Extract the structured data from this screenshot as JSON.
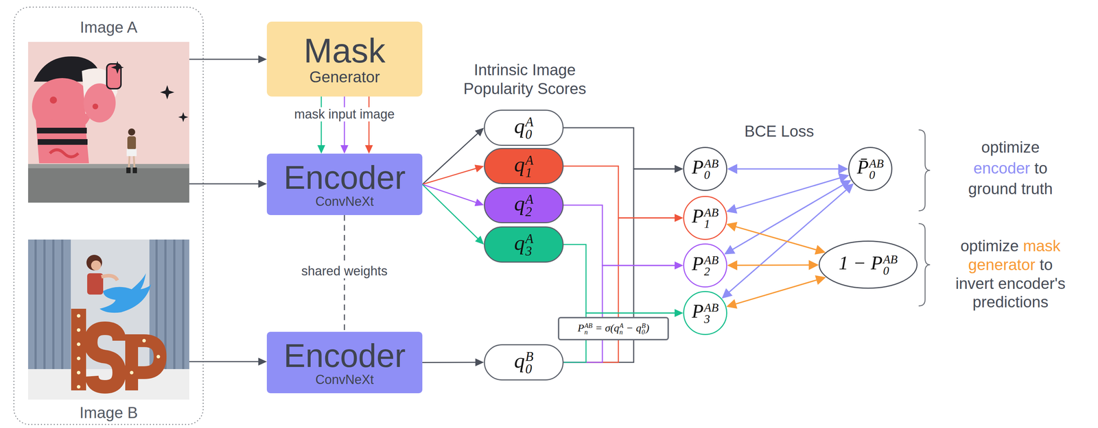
{
  "diagram": {
    "nodes": [
      {
        "text": [
          "Image A"
        ]
      },
      {
        "text": [
          "Image B"
        ]
      },
      {
        "text": [
          "Mask",
          "Generator"
        ]
      },
      {
        "text": [
          "Encoder",
          "ConvNeXt"
        ]
      },
      {
        "text": [
          "Encoder",
          "ConvNeXt"
        ]
      },
      {
        "text": [
          "q0A"
        ]
      },
      {
        "text": [
          "q1A"
        ]
      },
      {
        "text": [
          "q2A"
        ]
      },
      {
        "text": [
          "q3A"
        ]
      },
      {
        "text": [
          "q0B"
        ]
      },
      {
        "text": [
          "PnAB = σ(qnA − q0B)"
        ]
      },
      {
        "text": [
          "P0AB"
        ]
      },
      {
        "text": [
          "P1AB"
        ]
      },
      {
        "text": [
          "P2AB"
        ]
      },
      {
        "text": [
          "P3AB"
        ]
      },
      {
        "text": [
          "P̄0AB"
        ]
      },
      {
        "text": [
          "1 − P0AB"
        ]
      }
    ],
    "edges": [
      {
        "from": 0,
        "to": 2,
        "arrow": "to"
      },
      {
        "from": 0,
        "to": 3,
        "arrow": "to"
      },
      {
        "from": 1,
        "to": 4,
        "arrow": "to"
      },
      {
        "from": 2,
        "to": 3,
        "arrow": "to"
      },
      {
        "from": 2,
        "to": 3,
        "arrow": "to",
        "label": "mask input image"
      },
      {
        "from": 2,
        "to": 3,
        "arrow": "to"
      },
      {
        "from": 3,
        "to": 4,
        "arrow": "none",
        "label": "shared weights"
      },
      {
        "from": 3,
        "to": 5,
        "arrow": "to"
      },
      {
        "from": 3,
        "to": 6,
        "arrow": "to"
      },
      {
        "from": 3,
        "to": 7,
        "arrow": "to"
      },
      {
        "from": 3,
        "to": 8,
        "arrow": "to"
      },
      {
        "from": 4,
        "to": 9,
        "arrow": "to"
      },
      {
        "from": 5,
        "to": 11,
        "arrow": "to"
      },
      {
        "from": 9,
        "to": 11,
        "arrow": "to"
      },
      {
        "from": 6,
        "to": 12,
        "arrow": "to"
      },
      {
        "from": 9,
        "to": 12,
        "arrow": "to"
      },
      {
        "from": 7,
        "to": 13,
        "arrow": "to"
      },
      {
        "from": 9,
        "to": 13,
        "arrow": "to"
      },
      {
        "from": 8,
        "to": 14,
        "arrow": "to"
      },
      {
        "from": 9,
        "to": 14,
        "arrow": "to"
      },
      {
        "from": 15,
        "to": 11,
        "arrow": "both"
      },
      {
        "from": 15,
        "to": 12,
        "arrow": "both"
      },
      {
        "from": 15,
        "to": 13,
        "arrow": "both"
      },
      {
        "from": 15,
        "to": 14,
        "arrow": "both"
      },
      {
        "from": 16,
        "to": 12,
        "arrow": "both"
      },
      {
        "from": 16,
        "to": 13,
        "arrow": "both"
      },
      {
        "from": 16,
        "to": 14,
        "arrow": "both"
      }
    ],
    "labels": [
      "Intrinsic Image Popularity Scores",
      "BCE Loss",
      "optimize",
      "encoder",
      "to ground truth",
      "optimize",
      "mask generator",
      "to invert encoder's predictions"
    ]
  }
}
